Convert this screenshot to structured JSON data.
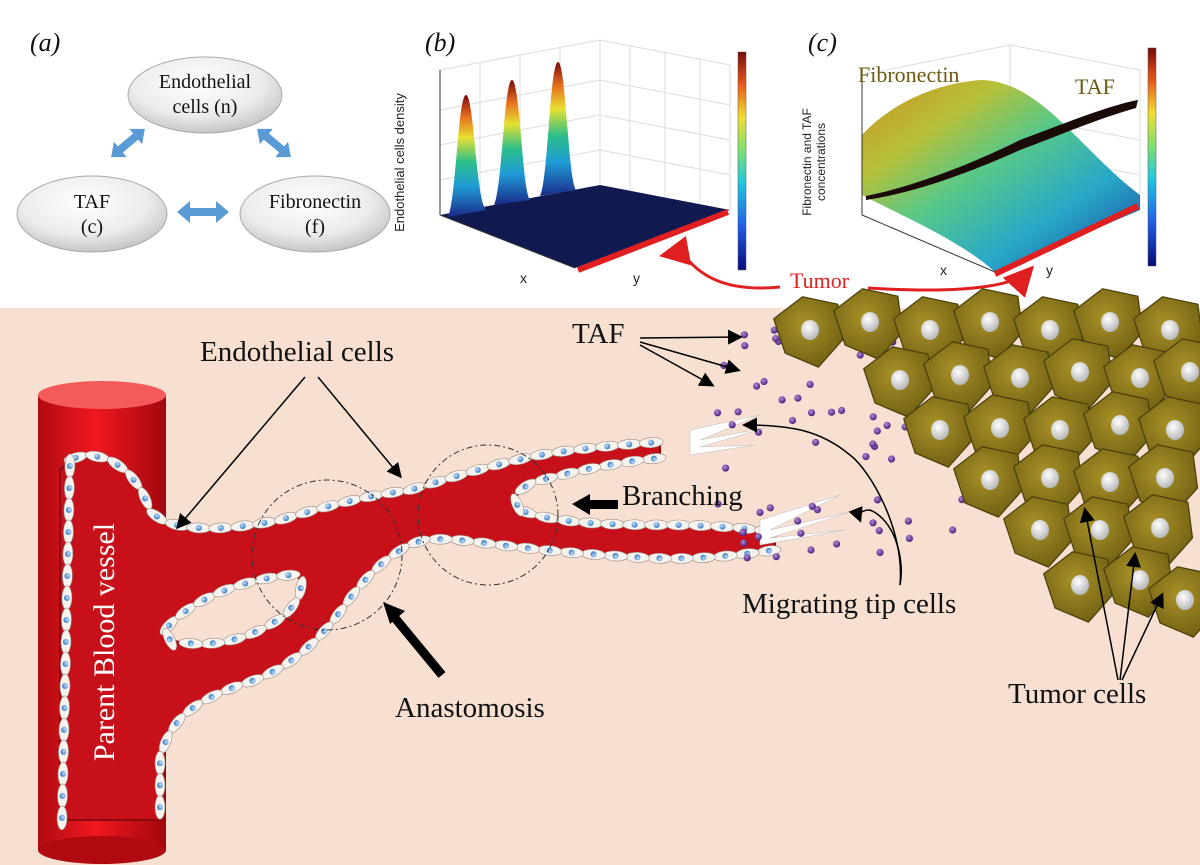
{
  "panels": {
    "a": {
      "label": "(a)",
      "nodes": {
        "endothelial": {
          "line1": "Endothelial",
          "line2": "cells (n)"
        },
        "taf": {
          "line1": "TAF",
          "line2": "(c)"
        },
        "fibronectin": {
          "line1": "Fibronectin",
          "line2": "(f)"
        }
      }
    },
    "b": {
      "label": "(b)",
      "zlabel": "Endothelial cells density",
      "xlabel": "x",
      "ylabel": "y"
    },
    "c": {
      "label": "(c)",
      "zlabel_line1": "Fibronectin and TAF",
      "zlabel_line2": "concentrations",
      "xlabel": "x",
      "ylabel": "y",
      "fibronectin_label": "Fibronectin",
      "taf_label": "TAF"
    },
    "tumor_label": "Tumor"
  },
  "diagram": {
    "endothelial_cells": "Endothelial cells",
    "parent_vessel": "Parent Blood vessel",
    "taf": "TAF",
    "branching": "Branching",
    "migrating_tip_cells": "Migrating tip cells",
    "anastomosis": "Anastomosis",
    "tumor_cells": "Tumor cells"
  },
  "colors": {
    "background": "#f7e0d2",
    "vessel": "#d4111a",
    "vessel_dark": "#8b0a0e",
    "cell_nucleus": "#5b9bd5",
    "taf_dot": "#6b3a9c",
    "tumor_cell": "#8a7a1c",
    "arrow": "#5b9bd5",
    "tumor_line": "#e02020"
  }
}
